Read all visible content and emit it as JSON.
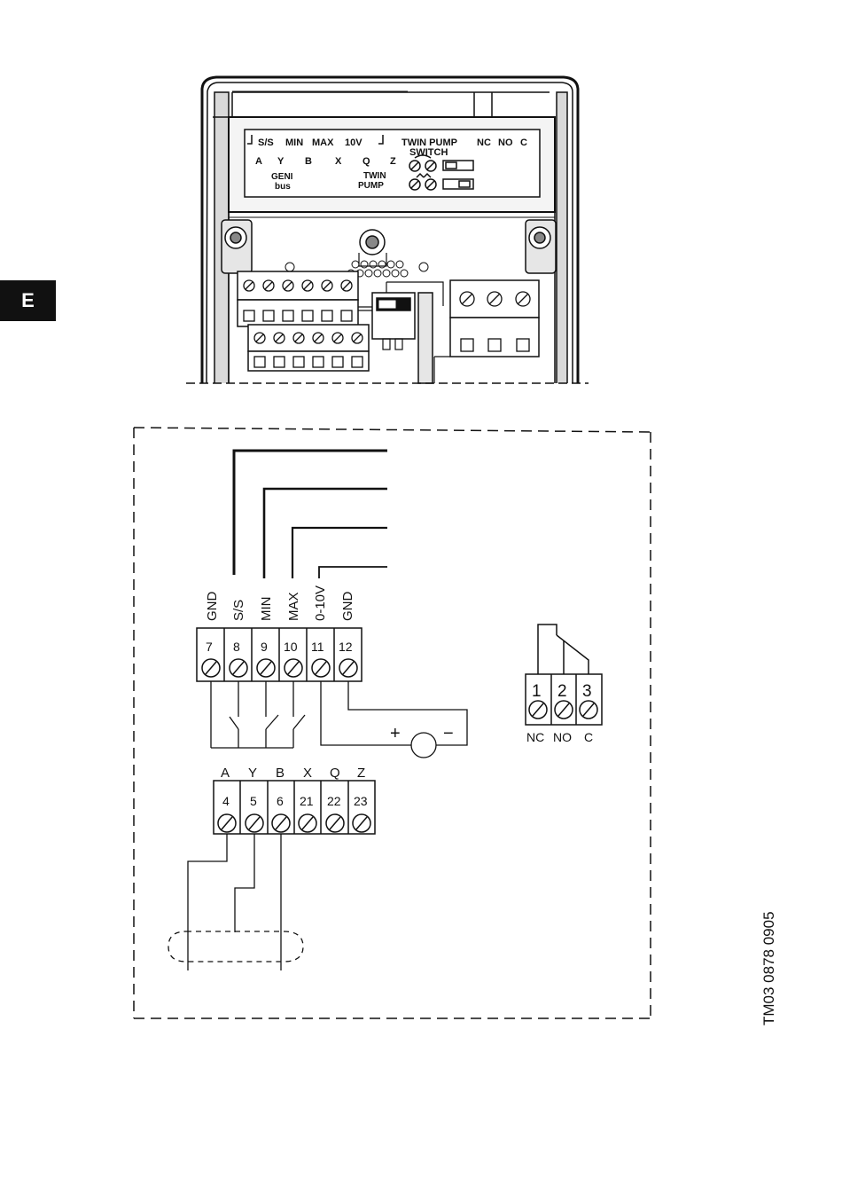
{
  "section_tab": "E",
  "reference_code": "TM03 0878 0905",
  "module_label": {
    "row1": [
      "S/S",
      "MIN",
      "MAX",
      "10V",
      "TWIN PUMP",
      "NC",
      "NO",
      "C"
    ],
    "row2": [
      "A",
      "Y",
      "B",
      "X",
      "Q",
      "Z"
    ],
    "switch_label": "SWITCH",
    "geni_line1": "GENI",
    "geni_line2": "bus",
    "twin_line1": "TWIN",
    "twin_line2": "PUMP"
  },
  "top_terminal_labels": [
    "GND",
    "S/S",
    "MIN",
    "MAX",
    "0-10V",
    "GND"
  ],
  "top_terminal_numbers": [
    "7",
    "8",
    "9",
    "10",
    "11",
    "12"
  ],
  "bus_letters": [
    "A",
    "Y",
    "B",
    "X",
    "Q",
    "Z"
  ],
  "bus_numbers": [
    "4",
    "5",
    "6",
    "21",
    "22",
    "23"
  ],
  "relay_numbers": [
    "1",
    "2",
    "3"
  ],
  "relay_labels": [
    "NC",
    "NO",
    "C"
  ],
  "source_plus": "+",
  "source_minus": "−"
}
